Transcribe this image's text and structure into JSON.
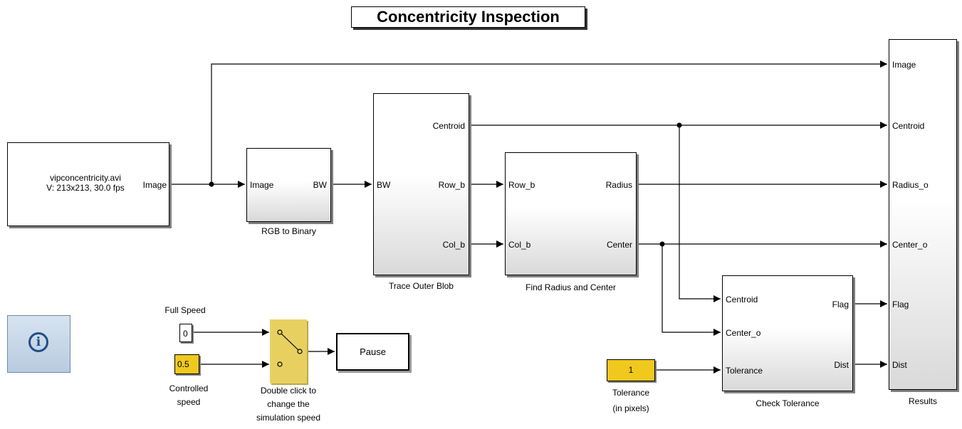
{
  "title": "Concentricity Inspection",
  "source": {
    "line1": "vipconcentricity.avi",
    "line2": "V: 213x213, 30.0 fps",
    "out_port": "Image"
  },
  "rgb2bin": {
    "in_port": "Image",
    "out_port": "BW",
    "caption": "RGB to Binary"
  },
  "trace": {
    "in_port": "BW",
    "out_ports": [
      "Centroid",
      "Row_b",
      "Col_b"
    ],
    "caption": "Trace Outer Blob"
  },
  "findradius": {
    "in_ports": [
      "Row_b",
      "Col_b"
    ],
    "out_ports": [
      "Radius",
      "Center"
    ],
    "caption": "Find Radius and Center"
  },
  "check": {
    "in_ports": [
      "Centroid",
      "Center_o",
      "Tolerance"
    ],
    "out_ports": [
      "Flag",
      "Dist"
    ],
    "caption": "Check Tolerance"
  },
  "results": {
    "in_ports": [
      "Image",
      "Centroid",
      "Radius_o",
      "Center_o",
      "Flag",
      "Dist"
    ],
    "caption": "Results"
  },
  "speed": {
    "full_label": "Full Speed",
    "full_value": "0",
    "controlled_value": "0.5",
    "controlled_label_1": "Controlled",
    "controlled_label_2": "speed",
    "switch_caption_1": "Double click to",
    "switch_caption_2": "change the",
    "switch_caption_3": "simulation speed",
    "pause_label": "Pause"
  },
  "tolerance": {
    "value": "1",
    "label_1": "Tolerance",
    "label_2": "(in pixels)"
  },
  "colors": {
    "constant_yellow": "#f0c81e",
    "switch_yellow": "#e8d060",
    "info_blue": "#1f4e86"
  },
  "icons": {
    "info": "info-icon"
  }
}
